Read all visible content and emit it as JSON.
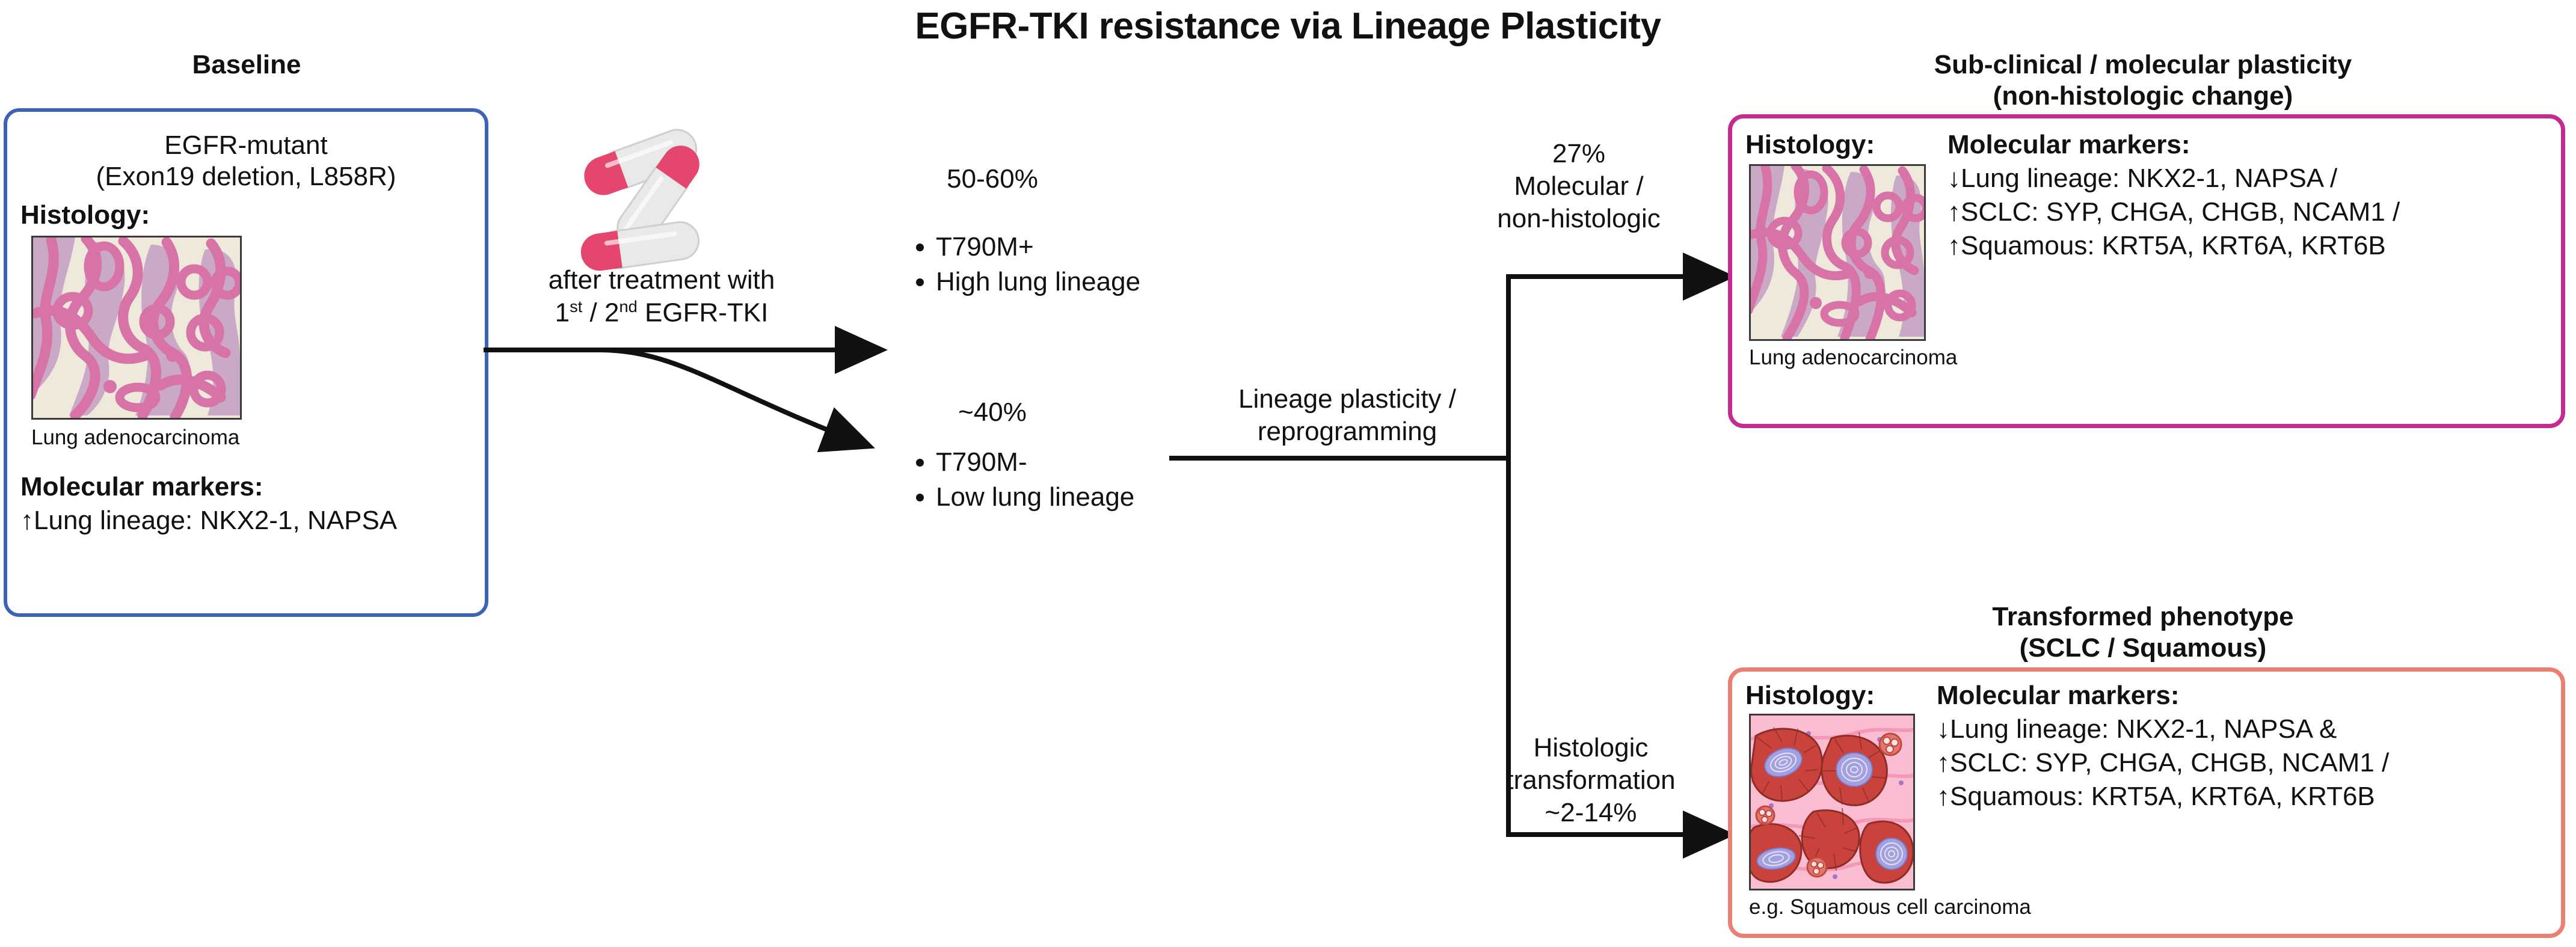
{
  "figure": {
    "title": "EGFR-TKI resistance via Lineage Plasticity"
  },
  "baseline": {
    "header": "Baseline",
    "genotype_line1": "EGFR-mutant",
    "genotype_line2": "(Exon19 deletion, L858R)",
    "histology_label": "Histology:",
    "histology_caption": "Lung adenocarcinoma",
    "markers_label": "Molecular markers:",
    "marker_1": "↑Lung lineage: NKX2-1, NAPSA",
    "border_color": "#3d63b4"
  },
  "treatment": {
    "line1": "after treatment with",
    "line2_pre": "1",
    "line2_sup1": "st",
    "line2_mid": " / 2",
    "line2_sup2": "nd",
    "line2_post": " EGFR-TKI",
    "pill_color": "#e4466e",
    "pill_body_color": "#e9e9e9"
  },
  "branch_top": {
    "percent": "50-60%",
    "bullets": [
      "T790M+",
      "High lung lineage"
    ]
  },
  "branch_bottom": {
    "percent": "~40%",
    "bullets": [
      "T790M-",
      "Low lung lineage"
    ]
  },
  "plasticity": {
    "line1": "Lineage plasticity /",
    "line2": "reprogramming"
  },
  "arrow_molecular": {
    "percent": "27%",
    "line1": "Molecular /",
    "line2": "non-histologic"
  },
  "arrow_histologic": {
    "line1": "Histologic",
    "line2": "transformation",
    "percent": "~2-14%"
  },
  "subclinical": {
    "header_line1": "Sub-clinical / molecular plasticity",
    "header_line2": "(non-histologic change)",
    "histology_label": "Histology:",
    "histology_caption": "Lung adenocarcinoma",
    "markers_label": "Molecular markers:",
    "markers": [
      "↓Lung lineage: NKX2-1, NAPSA /",
      "↑SCLC: SYP, CHGA, CHGB, NCAM1 /",
      "↑Squamous: KRT5A, KRT6A, KRT6B"
    ],
    "border_color": "#c62a90"
  },
  "transformed": {
    "header_line1": "Transformed phenotype",
    "header_line2": "(SCLC / Squamous)",
    "histology_label": "Histology:",
    "histology_caption": "e.g. Squamous cell carcinoma",
    "markers_label": "Molecular markers:",
    "markers": [
      "↓Lung lineage: NKX2-1, NAPSA &",
      "↑SCLC: SYP, CHGA, CHGB, NCAM1 /",
      "↑Squamous: KRT5A, KRT6A, KRT6B"
    ],
    "border_color": "#ea7f73"
  }
}
